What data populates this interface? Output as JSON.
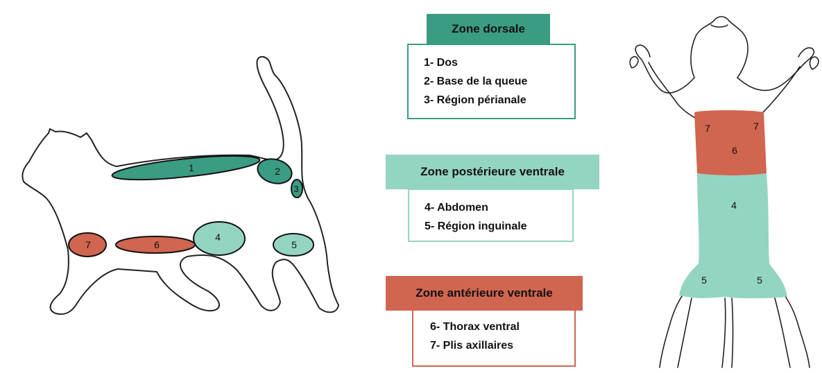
{
  "colors": {
    "dorsal": "#3a9c83",
    "posterior_ventral": "#94d4c3",
    "anterior_ventral": "#d06550",
    "outline": "#222222"
  },
  "zones": {
    "dorsal": {
      "title": "Zone dorsale",
      "items": [
        "1- Dos",
        "2- Base de la queue",
        "3- Région périanale"
      ]
    },
    "posterior_ventral": {
      "title": "Zone postérieure ventrale",
      "items": [
        "4- Abdomen",
        "5- Région inguinale"
      ]
    },
    "anterior_ventral": {
      "title": "Zone antérieure ventrale",
      "items": [
        "6- Thorax ventral",
        "7- Plis axillaires"
      ]
    }
  },
  "side_view_markers": [
    "1",
    "2",
    "3",
    "4",
    "5",
    "6",
    "7"
  ],
  "ventral_view_markers": {
    "axillary_left": "7",
    "axillary_right": "7",
    "thorax": "6",
    "abdomen": "4",
    "inguinal_left": "5",
    "inguinal_right": "5"
  }
}
